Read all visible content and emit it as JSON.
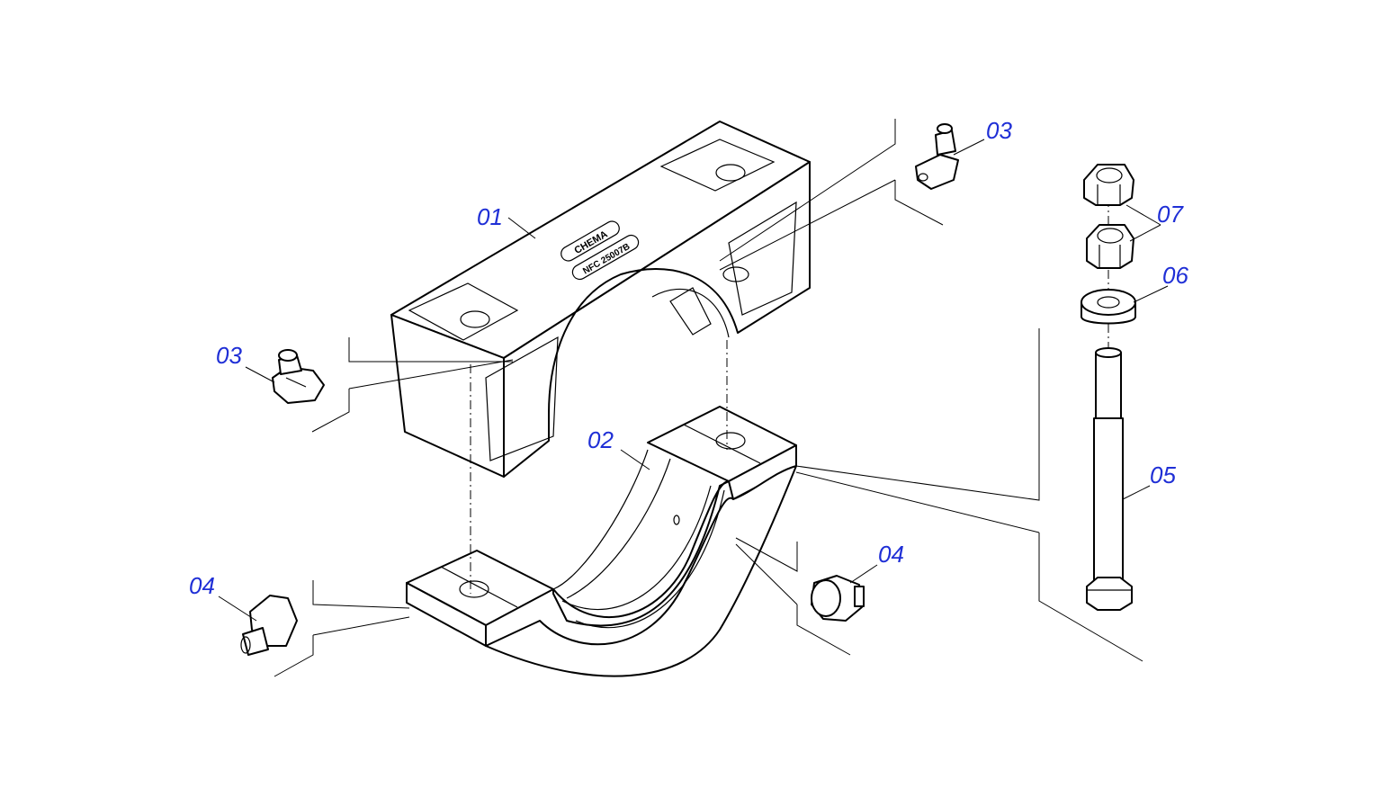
{
  "diagram": {
    "label_color": "#1f2fd6",
    "line_color": "#000000",
    "callouts": [
      {
        "id": "01",
        "text": "01"
      },
      {
        "id": "02",
        "text": "02"
      },
      {
        "id": "03a",
        "text": "03"
      },
      {
        "id": "03b",
        "text": "03"
      },
      {
        "id": "04a",
        "text": "04"
      },
      {
        "id": "04b",
        "text": "04"
      },
      {
        "id": "05",
        "text": "05"
      },
      {
        "id": "06",
        "text": "06"
      },
      {
        "id": "07",
        "text": "07"
      }
    ],
    "cap_markings": {
      "line1": "CHEMA",
      "line2": "NFC 25007B"
    }
  }
}
